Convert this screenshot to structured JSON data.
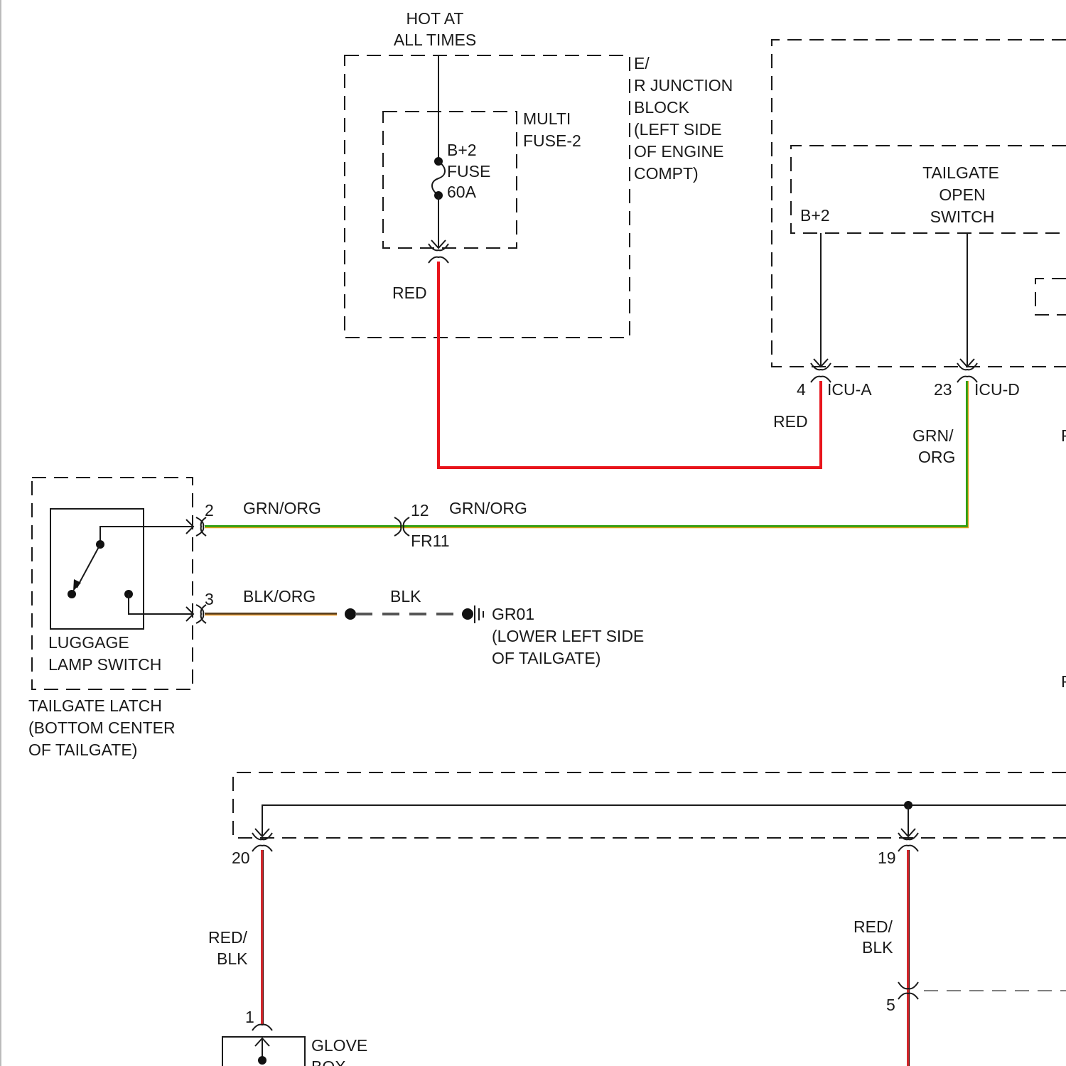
{
  "colors": {
    "red_wire": "#e8141b",
    "grn_org_wire": "#2e9e12",
    "grn_org_stripe": "#e6a21c",
    "blk_org_wire": "#5a4020",
    "blk_org_stripe": "#f0a030",
    "red_blk_wire": "#d4262b",
    "red_blk_stripe": "#4a1010",
    "blk_wire": "#555555"
  },
  "labels": {
    "hot_line1": "HOT AT",
    "hot_line2": "ALL TIMES",
    "multi_fuse_1": "MULTI",
    "multi_fuse_2": "FUSE-2",
    "fuse_1": "B+2",
    "fuse_2": "FUSE",
    "fuse_3": "60A",
    "junction_1": "E/",
    "junction_2": "R JUNCTION",
    "junction_3": "BLOCK",
    "junction_4": "(LEFT SIDE",
    "junction_5": "OF ENGINE",
    "junction_6": "COMPT)",
    "red_1": "RED",
    "tailgate_switch_1": "TAILGATE",
    "tailgate_switch_2": "OPEN",
    "tailgate_switch_3": "SWITCH",
    "icu_b2": "B+2",
    "pin_4": "4",
    "icu_a": "ICU-A",
    "pin_23": "23",
    "icu_d": "ICU-D",
    "red_2": "RED",
    "grn_org_v1": "GRN/",
    "grn_org_v2": "ORG",
    "pin_2": "2",
    "grn_org_h1": "GRN/ORG",
    "pin_12": "12",
    "grn_org_h2": "GRN/ORG",
    "fr11": "FR11",
    "pin_3": "3",
    "blk_org": "BLK/ORG",
    "blk": "BLK",
    "gr01": "GR01",
    "gr01_loc1": "(LOWER LEFT SIDE",
    "gr01_loc2": "OF TAILGATE)",
    "luggage_1": "LUGGAGE",
    "luggage_2": "LAMP SWITCH",
    "latch_1": "TAILGATE LATCH",
    "latch_2": "(BOTTOM CENTER",
    "latch_3": "OF TAILGATE)",
    "pin_20": "20",
    "pin_19": "19",
    "red_blk_1a": "RED/",
    "red_blk_1b": "BLK",
    "red_blk_2a": "RED/",
    "red_blk_2b": "BLK",
    "pin_1": "1",
    "pin_5": "5",
    "glove_1": "GLOVE",
    "glove_2": "BOX",
    "edge_r1": "F",
    "edge_r2": "F"
  }
}
